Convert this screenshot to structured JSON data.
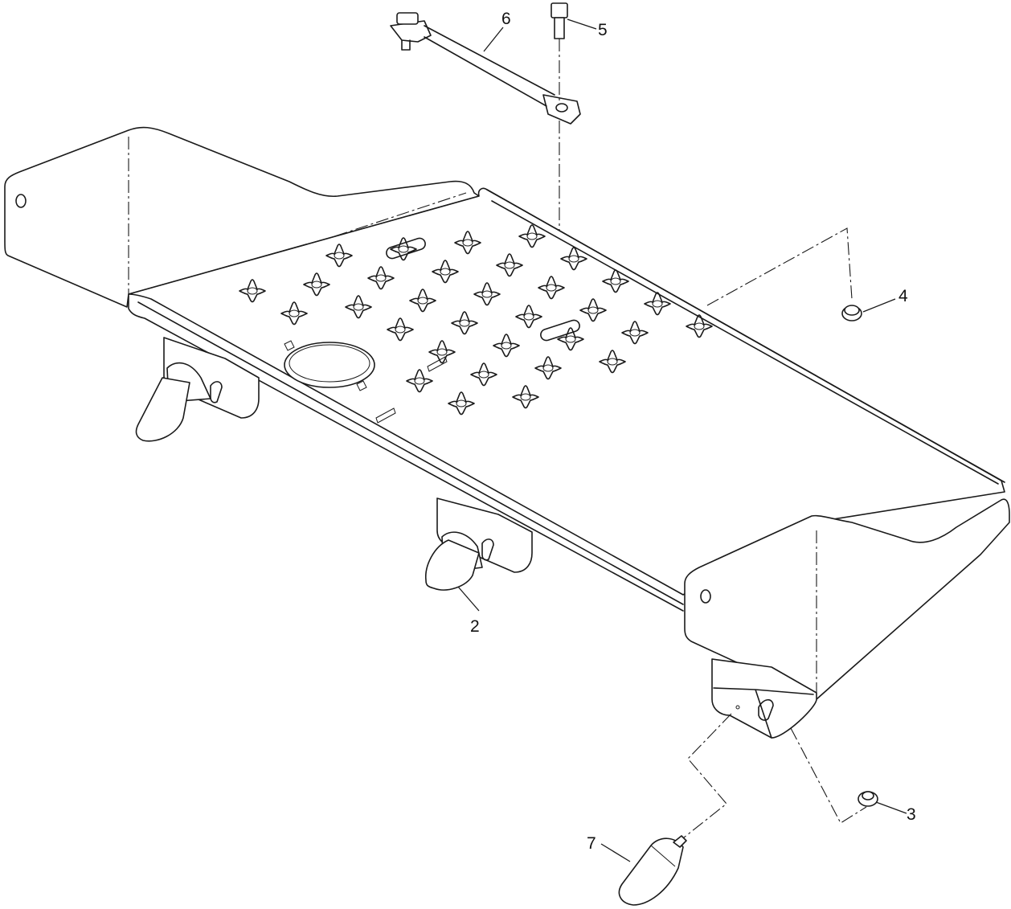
{
  "diagram": {
    "callouts": [
      {
        "id": "c2",
        "label": "2"
      },
      {
        "id": "c3",
        "label": "3"
      },
      {
        "id": "c4",
        "label": "4"
      },
      {
        "id": "c5",
        "label": "5"
      },
      {
        "id": "c6",
        "label": "6"
      },
      {
        "id": "c7",
        "label": "7"
      }
    ],
    "line_color": "#1a1a1a",
    "background": "#ffffff"
  }
}
